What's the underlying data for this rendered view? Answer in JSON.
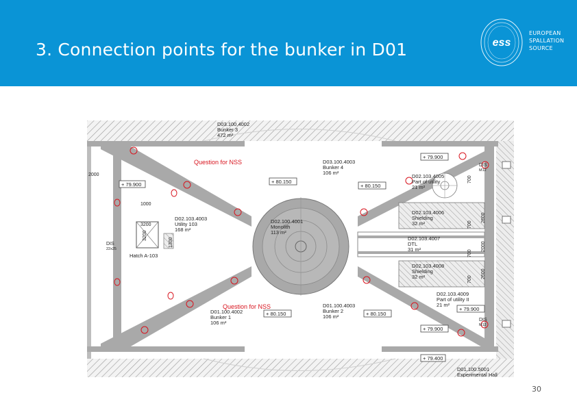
{
  "slide": {
    "title": "3. Connection points for the bunker in D01",
    "page_number": "30"
  },
  "logo": {
    "mark": "ess",
    "line1": "EUROPEAN",
    "line2": "SPALLATION",
    "line3": "SOURCE"
  },
  "plan": {
    "room_top_id": "D03.100.4002",
    "room_top_name": "Bunker 3",
    "room_top_area": "472 m²",
    "question_top": "Question for NSS",
    "question_bottom": "Question for NSS",
    "bunker4_id": "D03.100.4003",
    "bunker4_name": "Bunker 4",
    "bunker4_area": "106 m²",
    "bunker2_id": "D01.100.4003",
    "bunker2_name": "Bunker 2",
    "bunker2_area": "106 m²",
    "bunker1_id": "D01.100.4002",
    "bunker1_name": "Bunker 1",
    "bunker1_area": "106 m²",
    "monolith_id": "D02.100.4001",
    "monolith_name": "Monolith",
    "monolith_area": "113 m²",
    "utility_id": "D02.103.4003",
    "utility_name": "Utility 103",
    "utility_area": "168 m²",
    "hatch": "Hatch A-103",
    "shield1_id": "D02.103.4006",
    "shield1_name": "Shielding",
    "shield1_area": "32 m²",
    "dtl_id": "D02.103.4007",
    "dtl_name": "DTL",
    "dtl_area": "31 m²",
    "shield2_id": "D02.103.4008",
    "shield2_name": "Shielding",
    "shield2_area": "32 m²",
    "util1_id": "D02.103.4005",
    "util1_name": "Part of utility",
    "util1_area": "21 m²",
    "util2_id": "D02.103.4009",
    "util2_name": "Part of utility II",
    "util2_area": "21 m²",
    "exp_hall_id": "D01.100.5001",
    "exp_hall_name": "Experimental Hall",
    "el_tl": "+ 79.900",
    "el_c_top": "+ 80.150",
    "el_r_top": "+ 80.150",
    "el_c_bot": "+ 80.150",
    "el_r_bot": "+ 80.150",
    "el_rt": "+ 79.900",
    "el_rm": "+ 79.900",
    "el_rb": "+ 79.900",
    "el_bottom": "+ 79.400",
    "dim_2000": "2000",
    "dim_3200": "3200",
    "dim_1000": "1000",
    "dim_l3200": "3200",
    "dim_1300": "1300",
    "dis_left": "DIS",
    "dis_left_sub": "22x25",
    "dis_rt": "DIS",
    "dis_rt_sub": "M12",
    "dis_rb": "DIS",
    "dis_rb_sub": "M12",
    "wall_dims": [
      "700",
      "2600",
      "700",
      "2000",
      "700",
      "2600",
      "700"
    ]
  }
}
